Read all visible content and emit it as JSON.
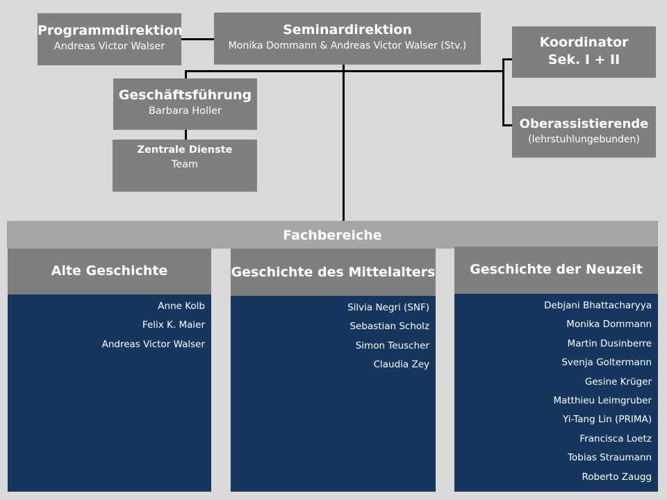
{
  "programmdirektion": {
    "title": "Programmdirektion",
    "name": "Andreas Victor Walser"
  },
  "seminardirektion": {
    "title": "Seminardirektion",
    "name": "Monika Dommann & Andreas Victor Walser (Stv.)"
  },
  "koordinator": {
    "line1": "Koordinator",
    "line2": "Sek. I + II"
  },
  "oberassistierende": {
    "title": "Oberassistierende",
    "sub": "(lehrstuhlungebunden)"
  },
  "geschaeftsfuehrung": {
    "title": "Geschäftsführung",
    "name": "Barbara Holler"
  },
  "zentrale_dienste": {
    "title": "Zentrale Dienste",
    "name": "Team"
  },
  "fachbereiche": {
    "label": "Fachbereiche"
  },
  "columns": [
    {
      "title": "Alte Geschichte",
      "members": [
        "Anne Kolb",
        "Felix K. Maier",
        "Andreas Victor Walser"
      ]
    },
    {
      "title": "Geschichte des Mittelalters",
      "members": [
        "Silvia Negri (SNF)",
        "Sebastian Scholz",
        "Simon Teuscher",
        "Claudia Zey"
      ]
    },
    {
      "title": "Geschichte der Neuzeit",
      "members": [
        "Debjani Bhattacharyya",
        "Monika Dommann",
        "Martin Dusinberre",
        "Svenja Goltermann",
        "Gesine Krüger",
        "Matthieu Leimgruber",
        "Yi-Tang Lin (PRIMA)",
        "Francisca Loetz",
        "Tobias Straumann",
        "Roberto Zaugg"
      ]
    }
  ],
  "colors": {
    "background": "#d9d9d9",
    "box_gray": "#7f7f7f",
    "band_gray": "#a6a6a6",
    "navy": "#17365d",
    "connector": "#000000"
  }
}
